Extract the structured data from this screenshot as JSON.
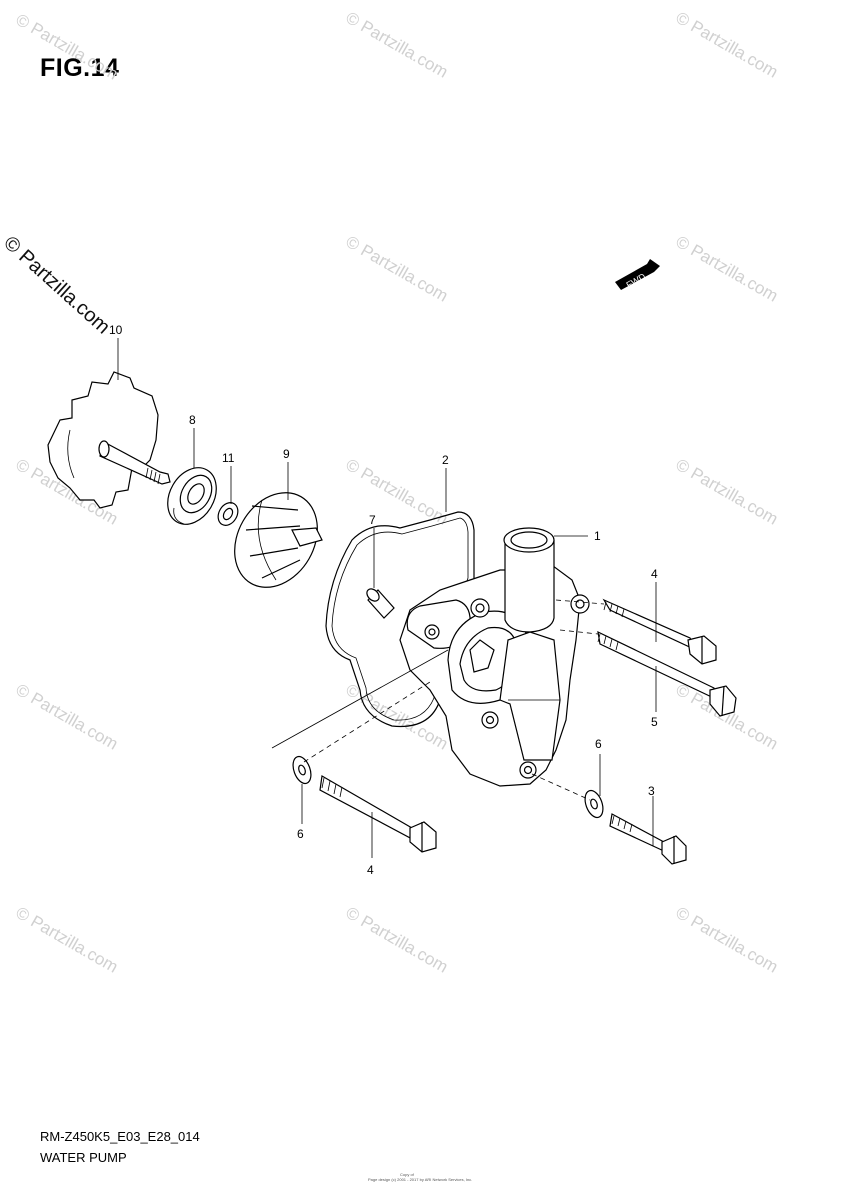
{
  "figure": {
    "title": "FIG.14"
  },
  "watermark": {
    "text": "© Partzilla.com",
    "main_text": "© Partzilla.com"
  },
  "fwd_label": "FWD",
  "callouts": [
    {
      "id": "c1",
      "number": "1"
    },
    {
      "id": "c2",
      "number": "2"
    },
    {
      "id": "c3",
      "number": "3"
    },
    {
      "id": "c4a",
      "number": "4"
    },
    {
      "id": "c4b",
      "number": "4"
    },
    {
      "id": "c5",
      "number": "5"
    },
    {
      "id": "c6a",
      "number": "6"
    },
    {
      "id": "c6b",
      "number": "6"
    },
    {
      "id": "c7",
      "number": "7"
    },
    {
      "id": "c8",
      "number": "8"
    },
    {
      "id": "c9",
      "number": "9"
    },
    {
      "id": "c10",
      "number": "10"
    },
    {
      "id": "c11",
      "number": "11"
    }
  ],
  "footer": {
    "code": "RM-Z450K5_E03_E28_014",
    "title": "WATER PUMP",
    "line1": "Copy of",
    "line2": "Page design (c) 2001 - 2017 by ARI Network Services, Inc."
  }
}
